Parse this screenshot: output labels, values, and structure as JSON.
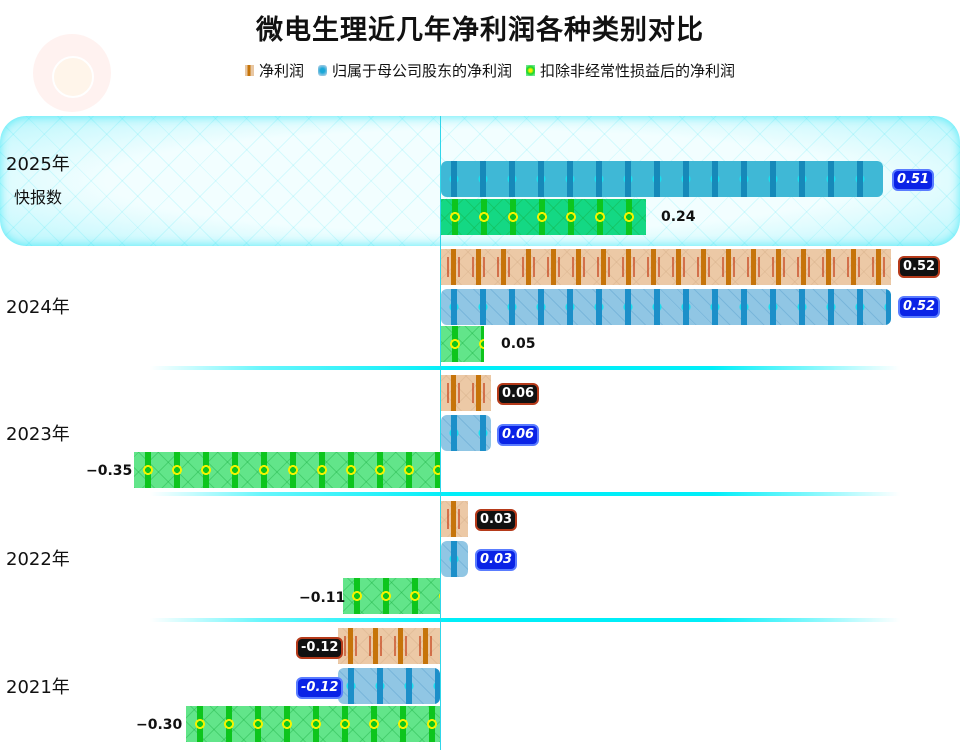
{
  "title": "微电生理近几年净利润各种类别对比",
  "legend": [
    {
      "label": "净利润",
      "color": "#c6740a",
      "icon": "brown-pattern-swatch"
    },
    {
      "label": "归属于母公司股东的净利润",
      "color": "#1c8fc9",
      "icon": "blue-pattern-swatch"
    },
    {
      "label": "扣除非经常性损益后的净利润",
      "color": "#18d42a",
      "icon": "green-pattern-swatch"
    }
  ],
  "categories": [
    {
      "label": "2025年",
      "sub": "快报数",
      "highlighted": true
    },
    {
      "label": "2024年"
    },
    {
      "label": "2023年"
    },
    {
      "label": "2022年"
    },
    {
      "label": "2021年"
    }
  ],
  "values": {
    "y2025": {
      "attributable": "0.51",
      "deducted": "0.24"
    },
    "y2024": {
      "net": "0.52",
      "attributable": "0.52",
      "deducted": "0.05"
    },
    "y2023": {
      "net": "0.06",
      "attributable": "0.06",
      "deducted": "−0.35"
    },
    "y2022": {
      "net": "0.03",
      "attributable": "0.03",
      "deducted": "−0.11"
    },
    "y2021": {
      "net": "-0.12",
      "attributable": "-0.12",
      "deducted": "−0.30"
    }
  },
  "colors": {
    "highlight": "#b8f6fc",
    "separator": "#00eef8",
    "axis": "#30d6ea",
    "blue_label_bg": "#0a23e6",
    "brown_label_border": "#b53a1a"
  },
  "chart_data": {
    "type": "bar",
    "orientation": "horizontal",
    "title": "微电生理近几年净利润各种类别对比",
    "categories": [
      "2025年 快报数",
      "2024年",
      "2023年",
      "2022年",
      "2021年"
    ],
    "series": [
      {
        "name": "净利润",
        "values": [
          null,
          0.52,
          0.06,
          0.03,
          -0.12
        ]
      },
      {
        "name": "归属于母公司股东的净利润",
        "values": [
          0.51,
          0.52,
          0.06,
          0.03,
          -0.12
        ]
      },
      {
        "name": "扣除非经常性损益后的净利润",
        "values": [
          0.24,
          0.05,
          -0.35,
          -0.11,
          -0.3
        ]
      }
    ],
    "xlabel": "",
    "ylabel": "",
    "xlim": [
      -0.36,
      0.56
    ],
    "grid": false,
    "legend_position": "top",
    "annotations": [
      "2025年 row highlighted as 快报数 (preliminary report)"
    ]
  }
}
